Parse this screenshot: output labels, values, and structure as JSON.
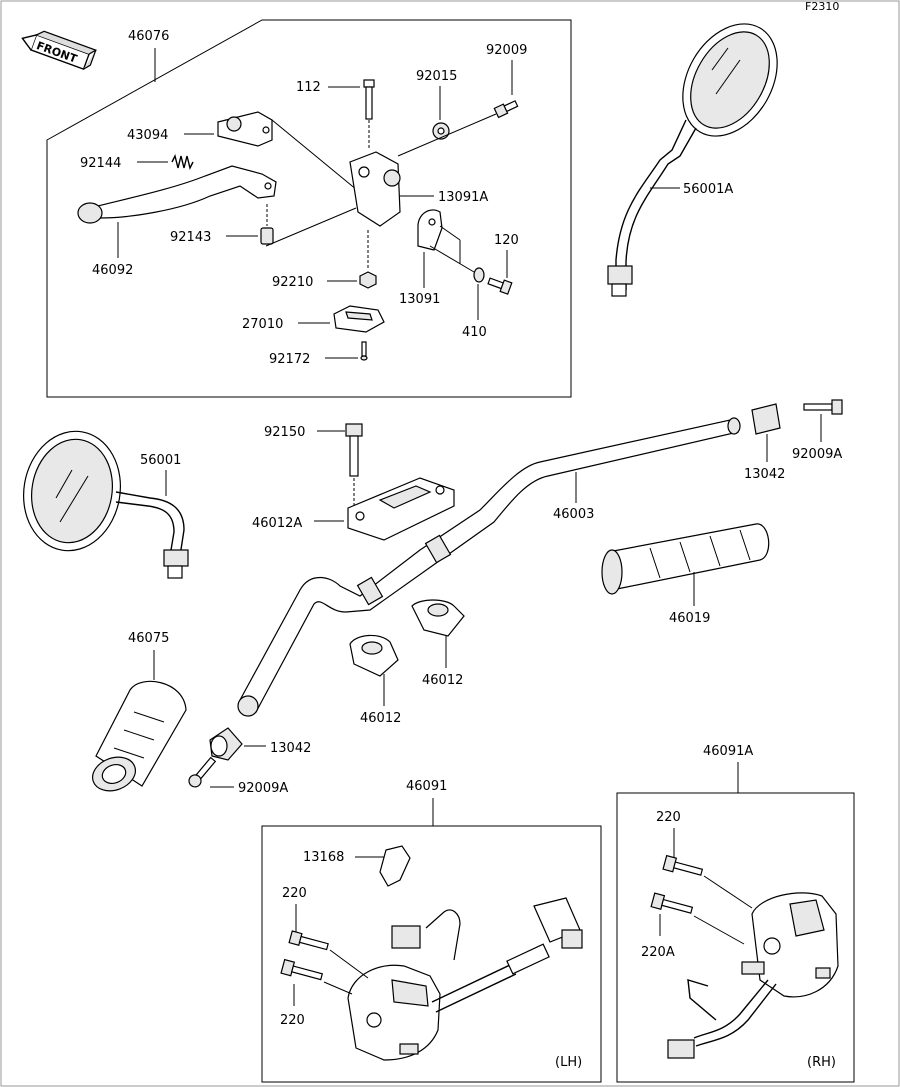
{
  "figure_code": "F2310",
  "front_label": "FRONT",
  "labels": {
    "p46076": "46076",
    "p112": "112",
    "p92015": "92015",
    "p92009": "92009",
    "p43094": "43094",
    "p92144": "92144",
    "p13091A": "13091A",
    "p92143": "92143",
    "p46092": "46092",
    "p92210": "92210",
    "p13091": "13091",
    "p120": "120",
    "p410": "410",
    "p27010": "27010",
    "p92172": "92172",
    "p56001A": "56001A",
    "p56001": "56001",
    "p92150": "92150",
    "p46012A": "46012A",
    "p46003": "46003",
    "p13042_r": "13042",
    "p92009A_r": "92009A",
    "p46019": "46019",
    "p46075": "46075",
    "p46012_r": "46012",
    "p46012_l": "46012",
    "p13042_l": "13042",
    "p92009A_l": "92009A",
    "p46091": "46091",
    "p13168": "13168",
    "p220_a": "220",
    "p220_b": "220",
    "p46091A": "46091A",
    "p220_c": "220",
    "p220A": "220A"
  },
  "side_lh": "(LH)",
  "side_rh": "(RH)"
}
